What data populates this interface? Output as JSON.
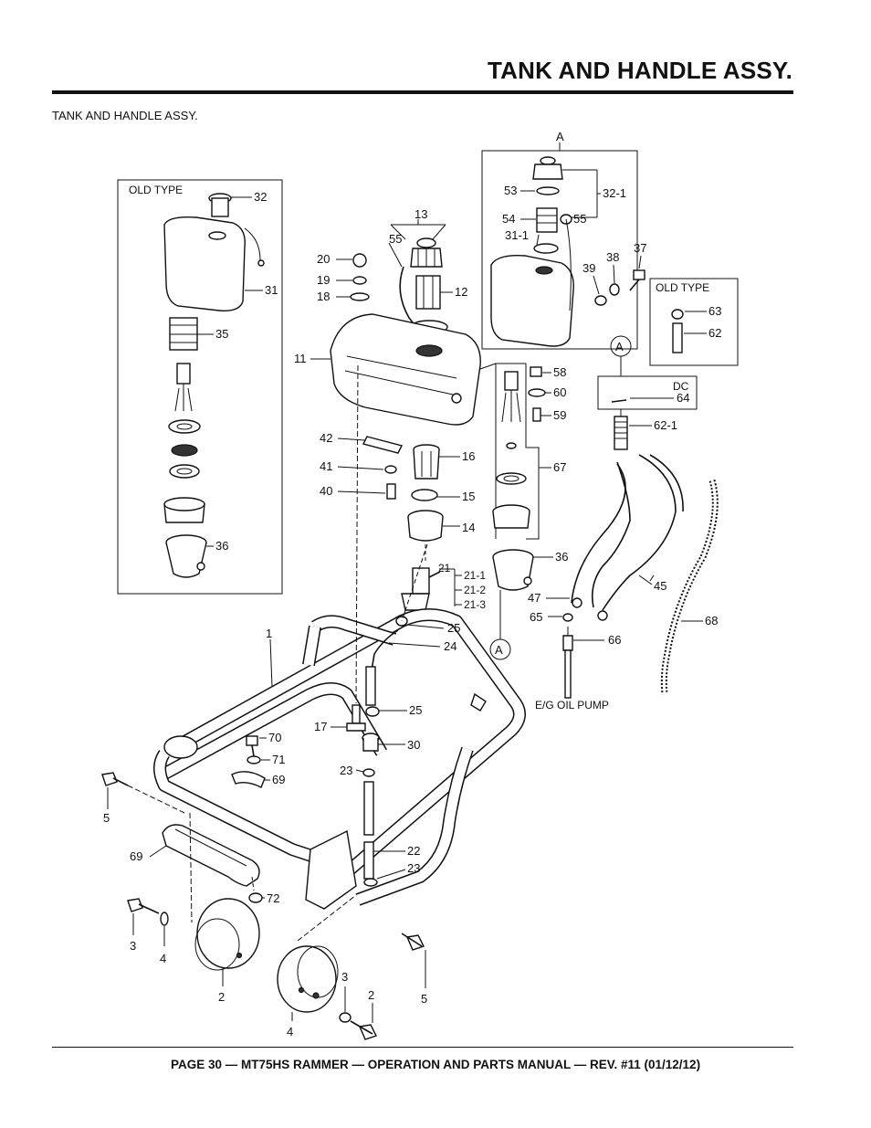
{
  "header": {
    "title": "TANK AND HANDLE ASSY.",
    "subtitle": "TANK  AND HANDLE ASSY."
  },
  "diagram": {
    "boxes": {
      "old_type_left": "OLD TYPE",
      "old_type_right": "OLD TYPE",
      "dc": "DC"
    },
    "callout_letters": [
      "A",
      "A",
      "A"
    ],
    "note_label": "E/G OIL PUMP",
    "part_labels": [
      "32",
      "31",
      "35",
      "36",
      "13",
      "55",
      "12",
      "20",
      "19",
      "18",
      "11",
      "42",
      "41",
      "40",
      "16",
      "15",
      "14",
      "21",
      "21-1",
      "21-2",
      "21-3",
      "53",
      "32-1",
      "54",
      "55",
      "31-1",
      "39",
      "38",
      "37",
      "63",
      "62",
      "58",
      "60",
      "59",
      "67",
      "36",
      "64",
      "62-1",
      "45",
      "47",
      "65",
      "66",
      "68",
      "1",
      "25",
      "24",
      "25",
      "17",
      "30",
      "23",
      "22",
      "23",
      "70",
      "71",
      "69",
      "5",
      "69",
      "72",
      "3",
      "4",
      "2",
      "5",
      "4",
      "3",
      "2"
    ]
  },
  "footer": {
    "text": "PAGE 30 — MT75HS RAMMER — OPERATION AND PARTS MANUAL — REV. #11 (01/12/12)"
  }
}
